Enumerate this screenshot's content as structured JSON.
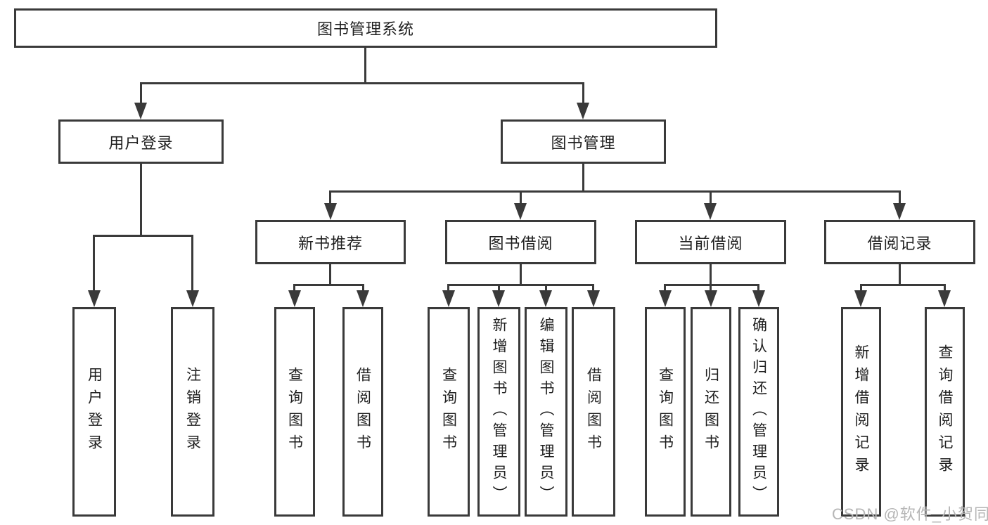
{
  "diagram": {
    "root": {
      "label": "图书管理系统"
    },
    "level2": [
      {
        "label": "用户登录"
      },
      {
        "label": "图书管理"
      }
    ],
    "level3": [
      {
        "label": "新书推荐"
      },
      {
        "label": "图书借阅"
      },
      {
        "label": "当前借阅"
      },
      {
        "label": "借阅记录"
      }
    ],
    "level4": {
      "user_login": [
        {
          "label": "用户登录"
        },
        {
          "label": "注销登录"
        }
      ],
      "new_book": [
        {
          "label": "查询图书"
        },
        {
          "label": "借阅图书"
        }
      ],
      "book_borrow": [
        {
          "label": "查询图书"
        },
        {
          "label": "新增图书（管理员）"
        },
        {
          "label": "编辑图书（管理员）"
        },
        {
          "label": "借阅图书"
        }
      ],
      "current_borrow": [
        {
          "label": "查询图书"
        },
        {
          "label": "归还图书"
        },
        {
          "label": "确认归还（管理员）"
        }
      ],
      "borrow_record": [
        {
          "label": "新增借阅记录"
        },
        {
          "label": "查询借阅记录"
        }
      ]
    },
    "colors": {
      "line": "#3a3a3a",
      "box_border": "#3a3a3a",
      "text": "#1f1f1f",
      "watermark": "#b6b6b6"
    }
  },
  "watermark": {
    "text": "CSDN @软件_小贺同学"
  }
}
